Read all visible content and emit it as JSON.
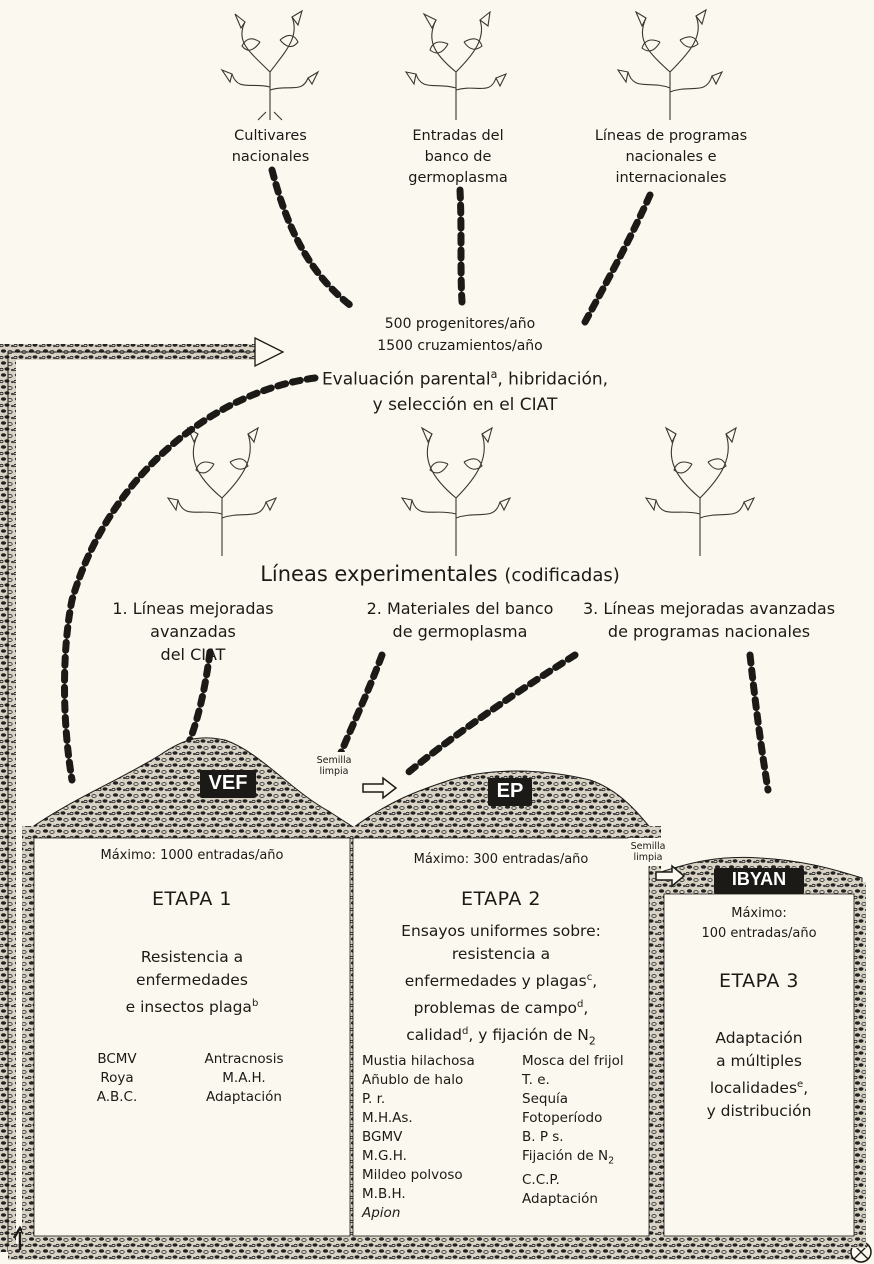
{
  "sources": [
    {
      "label": "Cultivares nacionales"
    },
    {
      "label": "Entradas del banco de germoplasma"
    },
    {
      "label": "Líneas de programas nacionales e internacionales"
    }
  ],
  "central": {
    "progenitors": "500 progenitores/año",
    "crosses": "1500 cruzamientos/año",
    "evaluation_line1": "Evaluación parental",
    "evaluation_sup": "a",
    "evaluation_line1_end": ", hibridación,",
    "evaluation_line2": "y selección en el CIAT"
  },
  "experimental": {
    "title": "Líneas experimentales",
    "title_paren": "(codificadas)",
    "lines": [
      {
        "number": "1.",
        "line1": "Líneas mejoradas avanzadas",
        "line2": "del CIAT"
      },
      {
        "number": "2.",
        "line1": "Materiales del banco",
        "line2": "de germoplasma"
      },
      {
        "number": "3.",
        "line1": "Líneas mejoradas avanzadas",
        "line2": "de programas nacionales"
      }
    ]
  },
  "mounds": {
    "vef": "VEF",
    "ep": "EP",
    "ibyan": "IBYAN",
    "clean_seed_1": "Semilla limpia",
    "clean_seed_2": "Semilla limpia"
  },
  "stages": {
    "stage1": {
      "max": "Máximo: 1000 entradas/año",
      "title": "ETAPA 1",
      "desc_l1": "Resistencia a",
      "desc_l2": "enfermedades",
      "desc_l3": "e insectos plaga",
      "desc_sup": "b",
      "list_left": [
        "BCMV",
        "Roya",
        "A.B.C."
      ],
      "list_right": [
        "Antracnosis",
        "M.A.H.",
        "Adaptación"
      ]
    },
    "stage2": {
      "max": "Máximo: 300 entradas/año",
      "title": "ETAPA 2",
      "desc_l1": "Ensayos uniformes sobre:",
      "desc_l2": "resistencia a",
      "desc_l3": "enfermedades y plagas",
      "desc_l3_sup": "c",
      "desc_l4": "problemas de campo",
      "desc_l4_sup": "d",
      "desc_l5a": "calidad",
      "desc_l5_sup": "d",
      "desc_l5b": ", y fijación de N",
      "desc_l5_sub": "2",
      "list_left": [
        "Mustia hilachosa",
        "Añublo de halo",
        "P. r.",
        "M.H.As.",
        "BGMV",
        "M.G.H.",
        "Mildeo polvoso",
        "M.B.H.",
        "Apion"
      ],
      "list_right": [
        "Mosca del frijol",
        "T. e.",
        "Sequía",
        "Fotoperíodo",
        "B. P s.",
        "Fijación de N",
        "C.C.P.",
        "Adaptación"
      ],
      "list_right_sub": "2"
    },
    "stage3": {
      "max_l1": "Máximo:",
      "max_l2": "100 entradas/año",
      "title": "ETAPA 3",
      "desc_l1": "Adaptación",
      "desc_l2": "a múltiples",
      "desc_l3": "localidades",
      "desc_sup": "e",
      "desc_l4": "y distribución"
    }
  },
  "colors": {
    "ink": "#1c1a17",
    "paper": "#fbf8ef",
    "bean_dark": "#1c1a17"
  }
}
